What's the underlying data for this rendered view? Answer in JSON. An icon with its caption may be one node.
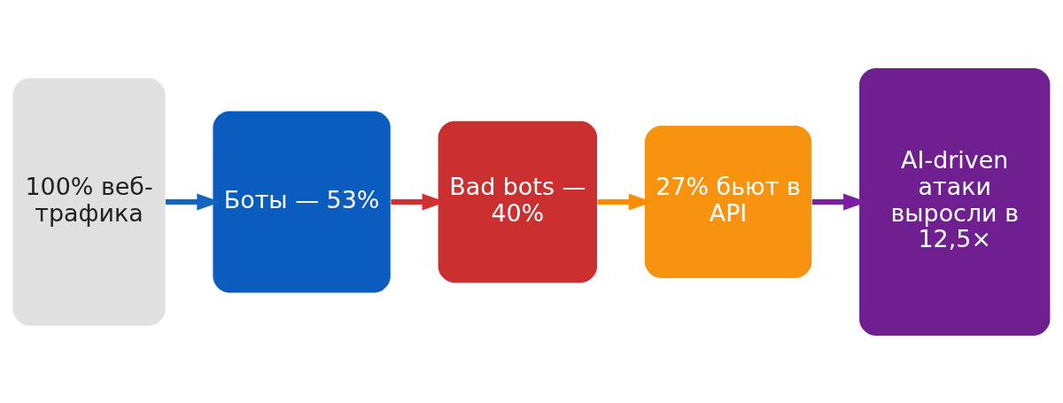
{
  "diagram": {
    "nodes": [
      {
        "text": [
          "100% веб-трафика"
        ]
      },
      {
        "text": [
          "Боты — 53%"
        ]
      },
      {
        "text": [
          "Bad bots — 40%"
        ]
      },
      {
        "text": [
          "27% бьют в API"
        ]
      },
      {
        "text": [
          "AI-driven атаки выросли в 12,5×"
        ]
      }
    ],
    "edges": [
      {
        "from": 0,
        "to": 1,
        "arrow": "to",
        "color": "#1565c0"
      },
      {
        "from": 1,
        "to": 2,
        "arrow": "to",
        "color": "#d32f2f"
      },
      {
        "from": 2,
        "to": 3,
        "arrow": "to",
        "color": "#fb8c00"
      },
      {
        "from": 3,
        "to": 4,
        "arrow": "to",
        "color": "#7b1fa2"
      }
    ]
  }
}
